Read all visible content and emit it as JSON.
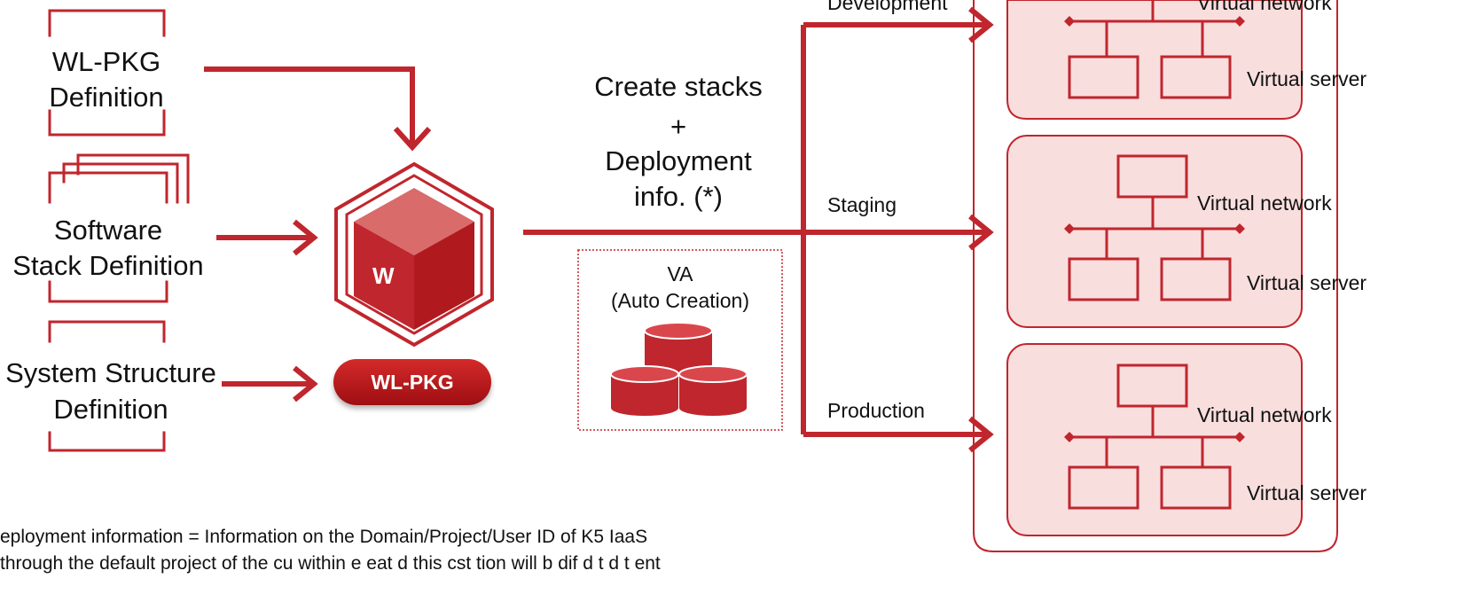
{
  "documents": [
    {
      "label_line1": "WL-PKG",
      "label_line2": "Definition"
    },
    {
      "label_line1": "Software",
      "label_line2": "Stack Definition"
    },
    {
      "label_line1": "System Structure",
      "label_line2": "Definition"
    }
  ],
  "package": {
    "cube_letter": "W",
    "badge_label": "WL-PKG"
  },
  "action": {
    "line1": "Create stacks",
    "line2": "+",
    "line3": "Deployment",
    "line4": "info. (*)"
  },
  "va": {
    "line1": "VA",
    "line2": "(Auto Creation)"
  },
  "stages": [
    {
      "label": "Development"
    },
    {
      "label": "Staging"
    },
    {
      "label": "Production"
    }
  ],
  "environment": {
    "network_label": "Virtual network",
    "server_label": "Virtual server"
  },
  "footnote": {
    "line1": "eployment information = Information on the Domain/Project/User ID of K5 IaaS",
    "line2": "through the default project of the cu   within  e  eat d  this  cst  tion will b  dif d  t  d t    ent"
  },
  "colors": {
    "primary": "#c0262d",
    "light_fill": "#f9dede",
    "dark_red": "#9e0e12"
  }
}
